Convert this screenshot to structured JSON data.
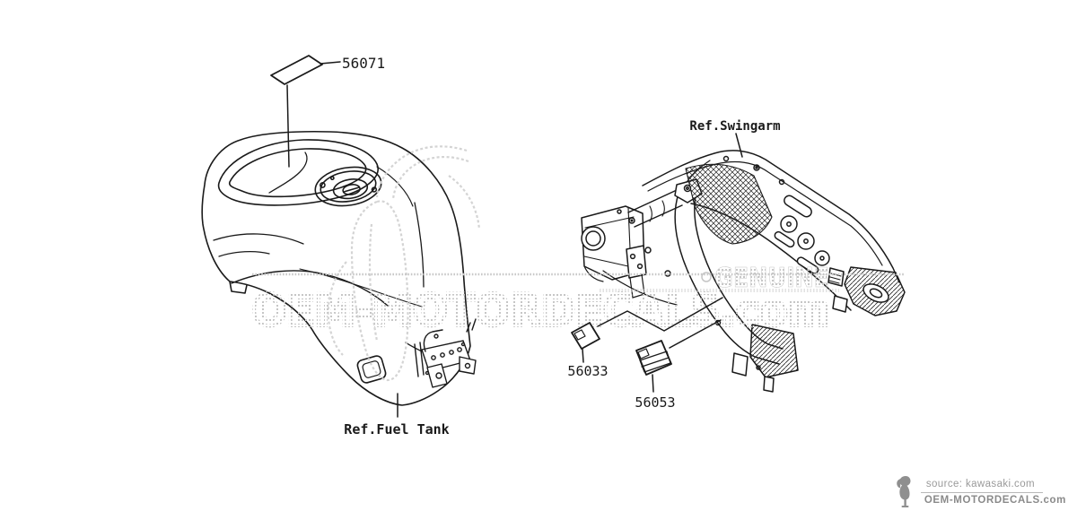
{
  "diagram": {
    "parts": {
      "fuel_tank_decal": {
        "number": "56071"
      },
      "swingarm_decal_small": {
        "number": "56033"
      },
      "swingarm_decal_large": {
        "number": "56053"
      }
    },
    "refs": {
      "fuel_tank": "Ref.Fuel Tank",
      "swingarm": "Ref.Swingarm"
    }
  },
  "watermark": {
    "main": "OEM-MOTORDECALS.com",
    "genuine": "GENUINE"
  },
  "footer": {
    "logo_icon": "toucan-decal-logo",
    "source": "source: kawasaki.com",
    "site": "OEM-MOTORDECALS.com"
  },
  "colors": {
    "line_art": "#1a1a1a",
    "watermark_gray": "#c8c8c8",
    "footer_gray": "#8a8a8a",
    "background": "#ffffff"
  }
}
